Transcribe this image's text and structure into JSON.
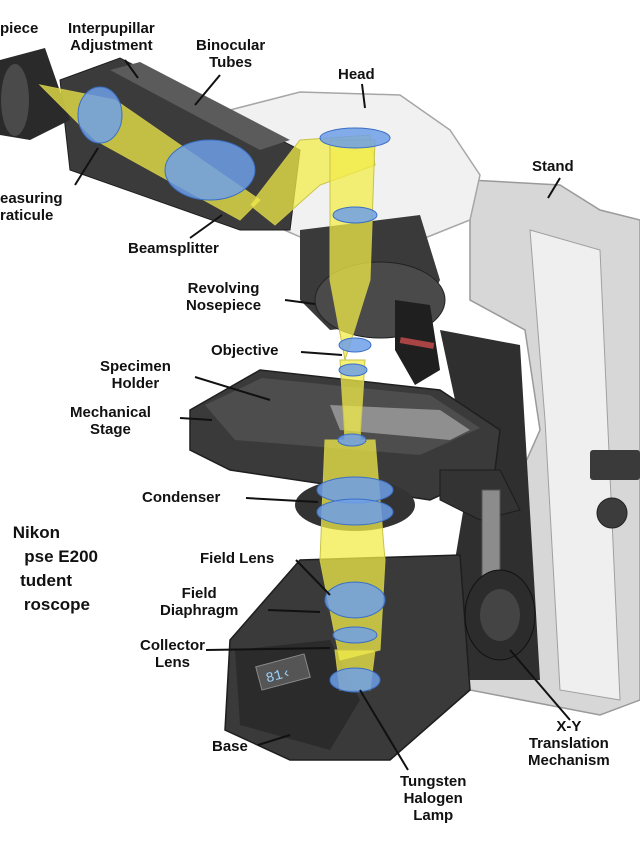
{
  "labels": {
    "eyepiece": "piece",
    "interpupillar": "Interpupillar\nAdjustment",
    "binocular": "Binocular\nTubes",
    "head": "Head",
    "stand": "Stand",
    "reticule": "easuring\nraticule",
    "beamsplitter": "Beamsplitter",
    "nosepiece": "Revolving\nNosepiece",
    "objective": "Objective",
    "specimen": "Specimen\nHolder",
    "stage": "Mechanical\nStage",
    "condenser": "Condenser",
    "field_lens": "Field Lens",
    "field_diaphragm": "Field\nDiaphragm",
    "collector": "Collector\nLens",
    "base": "Base",
    "xy": "X-Y\nTranslation\nMechanism",
    "lamp": "Tungsten\nHalogen\nLamp"
  },
  "title_lines": [
    "Nikon",
    "pse E200",
    "tudent",
    "roscope"
  ],
  "base_marking": "81‹",
  "colors": {
    "light_path": "#f2ec4a",
    "lens_blue": "#6f9fe8",
    "body_gray": "#c9c9c9",
    "dark_body": "#2b2b2b"
  }
}
